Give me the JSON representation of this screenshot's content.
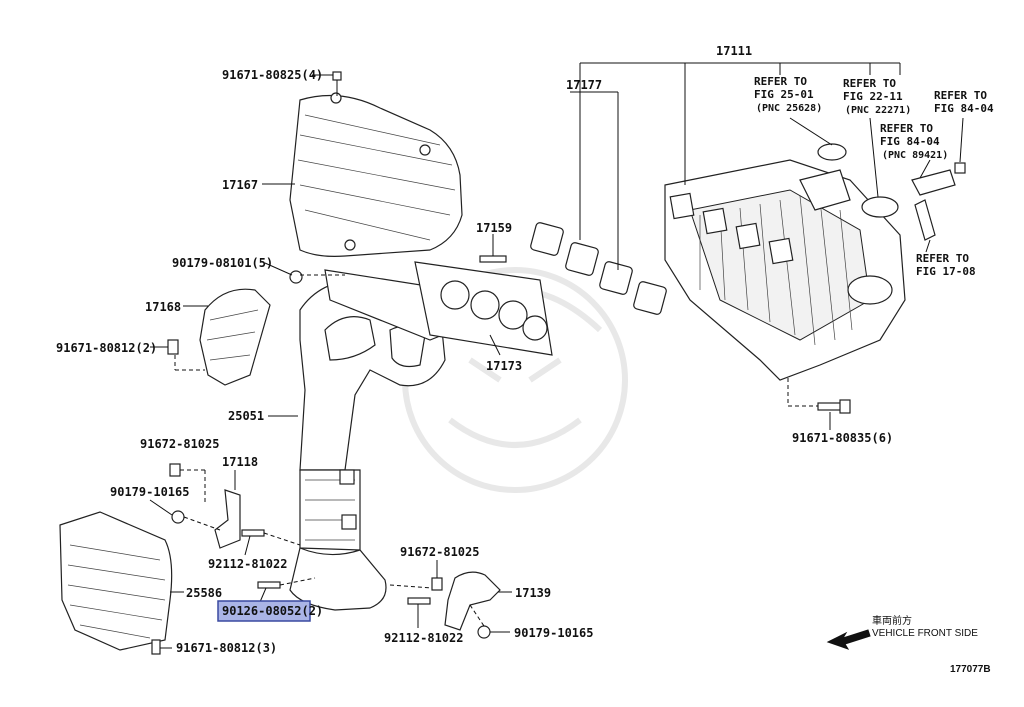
{
  "labels": {
    "p17111": "17111",
    "p17177": "17177",
    "p17167": "17167",
    "p17159": "17159",
    "p17168": "17168",
    "p17173": "17173",
    "p25051": "25051",
    "p17118": "17118",
    "p25586": "25586",
    "p17139": "17139",
    "b91671_80825": "91671-80825(4)",
    "b90179_08101": "90179-08101(5)",
    "b91671_80812_a": "91671-80812(2)",
    "b91671_80835": "91671-80835(6)",
    "b91672_81025_a": "91672-81025",
    "b90179_10165_a": "90179-10165",
    "b92112_81022_a": "92112-81022",
    "b91672_81025_b": "91672-81025",
    "b90126_08052": "90126-08052(2)",
    "b92112_81022_b": "92112-81022",
    "b90179_10165_b": "90179-10165",
    "b91671_80812_b": "91671-80812(3)"
  },
  "refs": {
    "r1_l1": "REFER TO",
    "r1_l2": "FIG 25-01",
    "r1_l3": "(PNC 25628)",
    "r2_l1": "REFER TO",
    "r2_l2": "FIG 22-11",
    "r2_l3": "(PNC 22271)",
    "r3_l1": "REFER TO",
    "r3_l2": "FIG 84-04",
    "r4_l1": "REFER TO",
    "r4_l2": "FIG 84-04",
    "r4_l3": "(PNC 89421)",
    "r5_l1": "REFER TO",
    "r5_l2": "FIG 17-08"
  },
  "orientation": {
    "japanese": "車両前方",
    "english": "VEHICLE FRONT SIDE"
  },
  "figure_id": "177077B",
  "colors": {
    "highlight_fill": "#aab4e6",
    "highlight_border": "#3a4aa0",
    "ink": "#111111"
  }
}
